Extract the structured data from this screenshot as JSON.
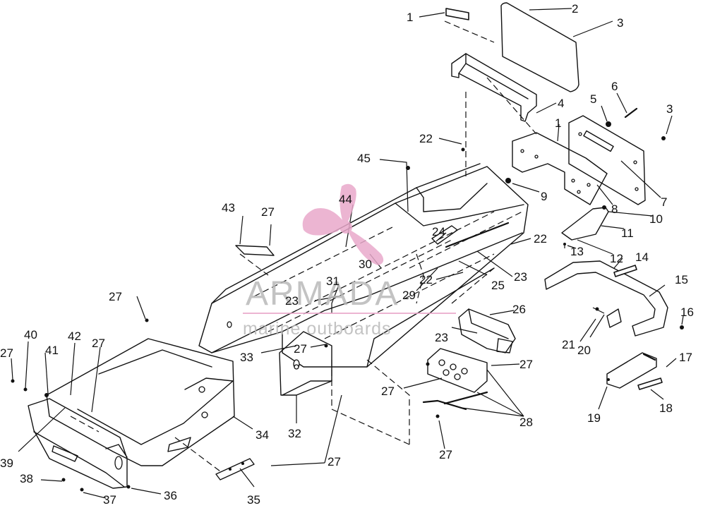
{
  "watermark": {
    "brand": "ARMADA",
    "tagline": "marine outboards",
    "logo_icon": "propeller-icon",
    "logo_color": "#e9a9cb"
  },
  "callouts": {
    "c1a": "1",
    "c2": "2",
    "c3a": "3",
    "c4": "4",
    "c5": "5",
    "c6": "6",
    "c3b": "3",
    "c1b": "1",
    "c22a": "22",
    "c45": "45",
    "c9": "9",
    "c7": "7",
    "c8": "8",
    "c10": "10",
    "c11": "11",
    "c13": "13",
    "c12": "12",
    "c14": "14",
    "c43": "43",
    "c27a": "27",
    "c44": "44",
    "c24": "24",
    "c22b": "22",
    "c30": "30",
    "c31": "31",
    "c23a": "23",
    "c22c": "22",
    "c29": "29",
    "c25": "25",
    "c23b": "23",
    "c15": "15",
    "c16": "16",
    "c27b": "27",
    "c26": "26",
    "c23c": "23",
    "c21": "21",
    "c20": "20",
    "c27c": "27",
    "c40": "40",
    "c42": "42",
    "c41": "41",
    "c27d": "27",
    "c33": "33",
    "c27e": "27",
    "c17": "17",
    "c27f": "27",
    "c27g": "27",
    "c18": "18",
    "c19": "19",
    "c28": "28",
    "c34": "34",
    "c32": "32",
    "c39": "39",
    "c27h": "27",
    "c27i": "27",
    "c38": "38",
    "c36": "36",
    "c37": "37",
    "c35": "35"
  }
}
